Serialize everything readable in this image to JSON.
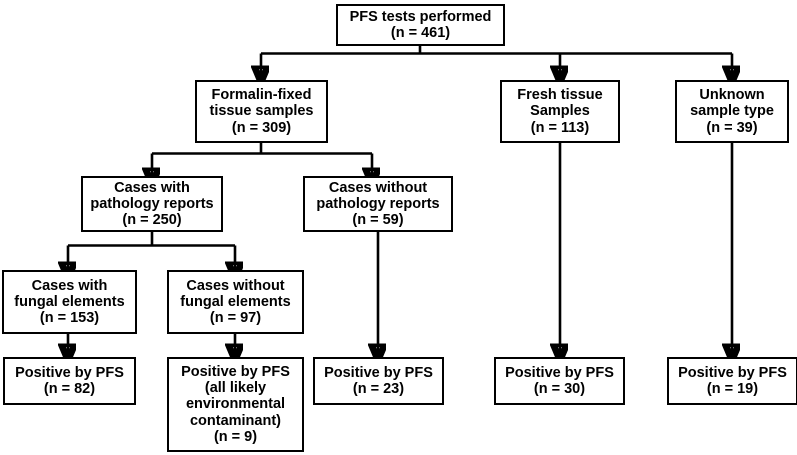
{
  "diagram": {
    "title": "PFS testing flow diagram",
    "type": "flowchart",
    "orientation": "top-down",
    "line_color": "#000000",
    "box_border_color": "#000000",
    "box_fill_color": "#ffffff",
    "text_color": "#000000"
  },
  "nodes": [
    {
      "id": "pfs-tests-performed",
      "label": "PFS tests performed\n(n = 461)",
      "line1": "PFS tests performed",
      "count_text": "(n = 461)",
      "count": 461,
      "level": 1
    },
    {
      "id": "formalin-fixed-tissue-samples",
      "label": "Formalin-fixed\ntissue samples\n(n = 309)",
      "line1": "Formalin-fixed",
      "line2": "tissue samples",
      "count_text": "(n = 309)",
      "count": 309,
      "level": 2
    },
    {
      "id": "fresh-tissue-samples",
      "label": "Fresh tissue\nSamples\n(n = 113)",
      "line1": "Fresh tissue",
      "line2": "Samples",
      "count_text": "(n = 113)",
      "count": 113,
      "level": 2
    },
    {
      "id": "unknown-sample-type",
      "label": "Unknown\nsample type\n(n = 39)",
      "line1": "Unknown",
      "line2": "sample type",
      "count_text": "(n = 39)",
      "count": 39,
      "level": 2
    },
    {
      "id": "cases-with-pathology-reports",
      "label": "Cases with\npathology reports\n(n = 250)",
      "line1": "Cases with",
      "line2": "pathology reports",
      "count_text": "(n = 250)",
      "count": 250,
      "level": 3
    },
    {
      "id": "cases-without-pathology-reports",
      "label": "Cases without\npathology reports\n(n = 59)",
      "line1": "Cases without",
      "line2": "pathology reports",
      "count_text": "(n = 59)",
      "count": 59,
      "level": 3
    },
    {
      "id": "cases-with-fungal-elements",
      "label": "Cases with\nfungal elements\n(n = 153)",
      "line1": "Cases with",
      "line2": "fungal elements",
      "count_text": "(n = 153)",
      "count": 153,
      "level": 4
    },
    {
      "id": "cases-without-fungal-elements",
      "label": "Cases without\nfungal elements\n(n = 97)",
      "line1": "Cases without",
      "line2": "fungal elements",
      "count_text": "(n = 97)",
      "count": 97,
      "level": 4
    },
    {
      "id": "positive-by-pfs-82",
      "label": "Positive by PFS\n(n = 82)",
      "line1": "Positive by PFS",
      "count_text": "(n = 82)",
      "count": 82,
      "level": 5
    },
    {
      "id": "positive-by-pfs-9",
      "label": "Positive by PFS\n(all likely\nenvironmental\ncontaminant)\n(n = 9)",
      "line1": "Positive by PFS",
      "line2": "(all likely",
      "line3": "environmental",
      "line4": "contaminant)",
      "count_text": "(n = 9)",
      "count": 9,
      "level": 5
    },
    {
      "id": "positive-by-pfs-23",
      "label": "Positive by PFS\n(n = 23)",
      "line1": "Positive by PFS",
      "count_text": "(n = 23)",
      "count": 23,
      "level": 5
    },
    {
      "id": "positive-by-pfs-30",
      "label": "Positive by PFS\n(n = 30)",
      "line1": "Positive by PFS",
      "count_text": "(n = 30)",
      "count": 30,
      "level": 5
    },
    {
      "id": "positive-by-pfs-19",
      "label": "Positive by PFS\n(n = 19)",
      "line1": "Positive by PFS",
      "count_text": "(n = 19)",
      "count": 19,
      "level": 5
    }
  ],
  "edges": [
    {
      "from": "pfs-tests-performed",
      "to": "formalin-fixed-tissue-samples"
    },
    {
      "from": "pfs-tests-performed",
      "to": "fresh-tissue-samples"
    },
    {
      "from": "pfs-tests-performed",
      "to": "unknown-sample-type"
    },
    {
      "from": "formalin-fixed-tissue-samples",
      "to": "cases-with-pathology-reports"
    },
    {
      "from": "formalin-fixed-tissue-samples",
      "to": "cases-without-pathology-reports"
    },
    {
      "from": "cases-with-pathology-reports",
      "to": "cases-with-fungal-elements"
    },
    {
      "from": "cases-with-pathology-reports",
      "to": "cases-without-fungal-elements"
    },
    {
      "from": "cases-with-fungal-elements",
      "to": "positive-by-pfs-82"
    },
    {
      "from": "cases-without-fungal-elements",
      "to": "positive-by-pfs-9"
    },
    {
      "from": "cases-without-pathology-reports",
      "to": "positive-by-pfs-23"
    },
    {
      "from": "fresh-tissue-samples",
      "to": "positive-by-pfs-30"
    },
    {
      "from": "unknown-sample-type",
      "to": "positive-by-pfs-19"
    }
  ]
}
